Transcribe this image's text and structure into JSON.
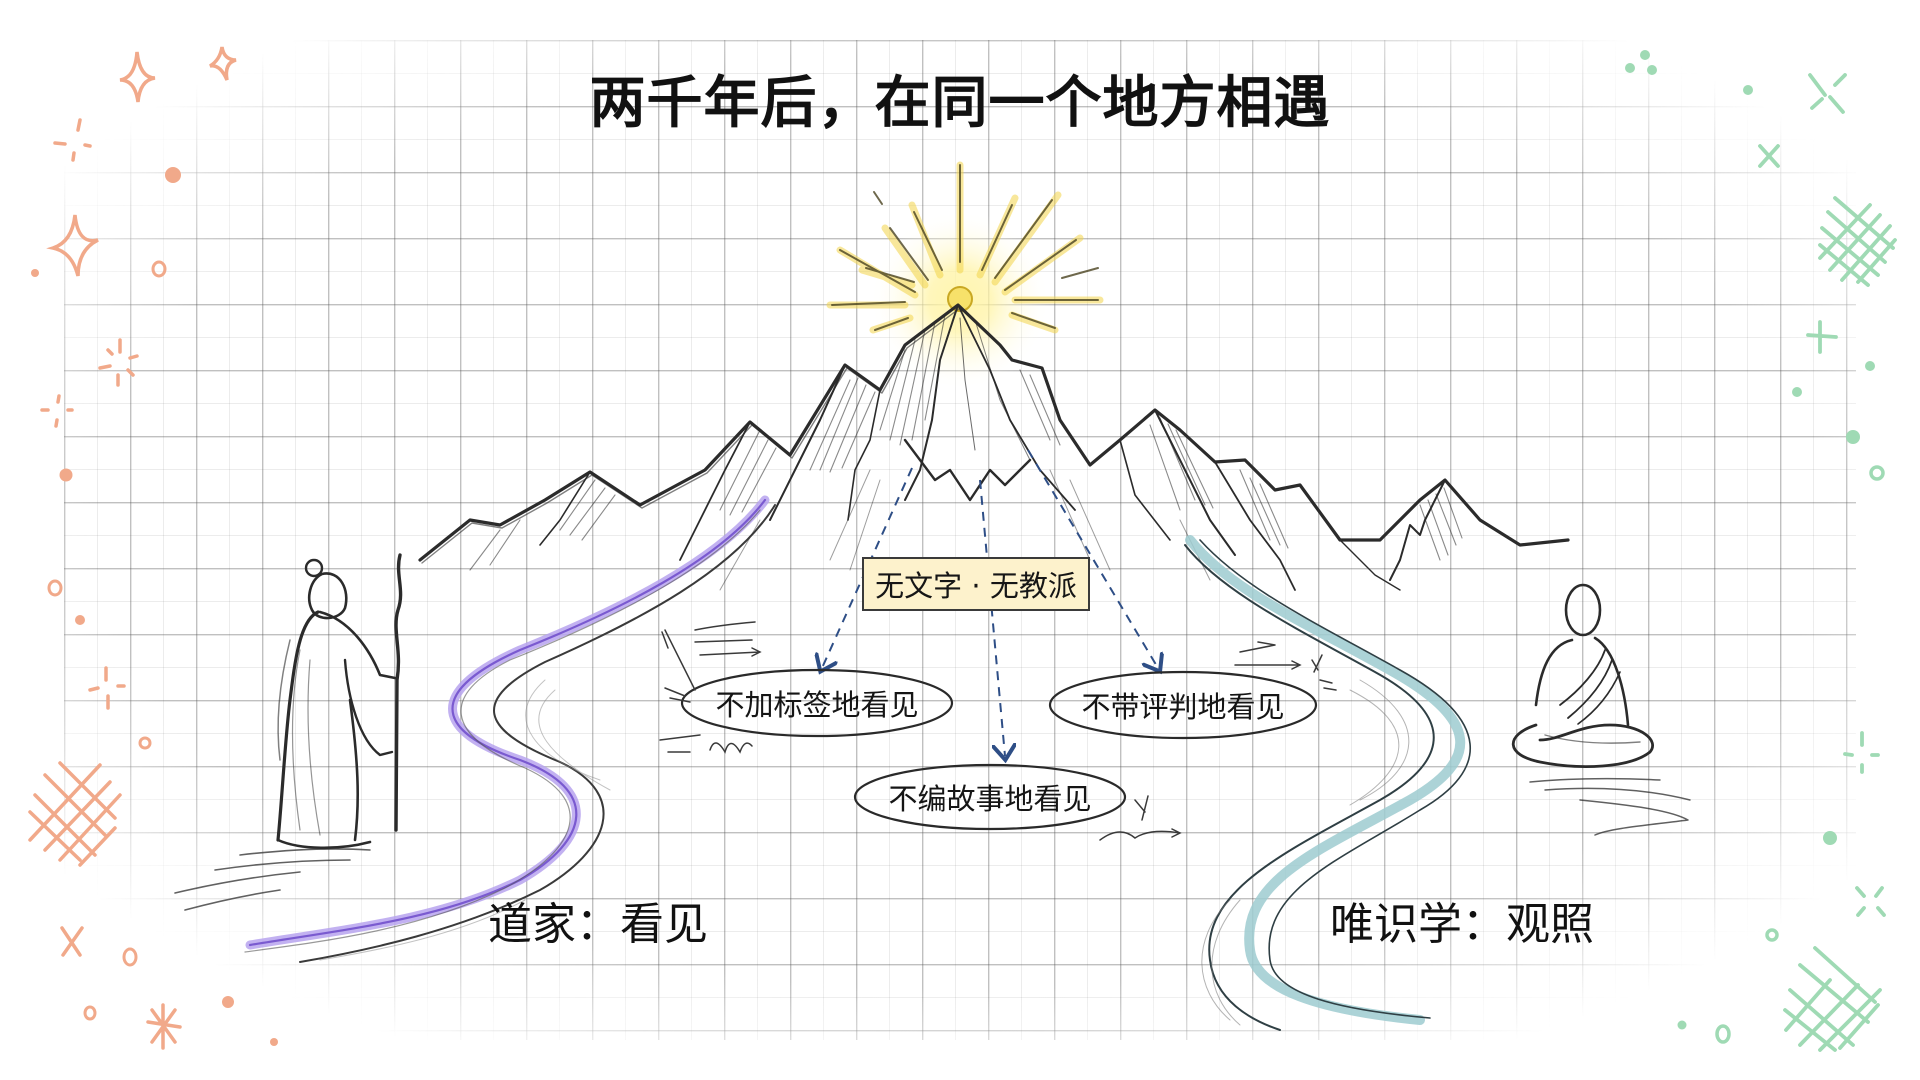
{
  "title": "两千年后，在同一个地方相遇",
  "summit": {
    "label": "无文字 · 无教派",
    "sun_color": "#f3d54a",
    "box_fill": "#fdf2cc"
  },
  "insights": [
    {
      "label": "不加标签地看见"
    },
    {
      "label": "不带评判地看见"
    },
    {
      "label": "不编故事地看见"
    }
  ],
  "paths": {
    "daoism": {
      "label": "道家：看见",
      "figure": "standing-sage-with-staff",
      "color": "#9b7be6"
    },
    "yogacara": {
      "label": "唯识学：观照",
      "figure": "seated-meditating-monk",
      "color": "#8cc3c7"
    }
  },
  "colors": {
    "left_decor": "#f1a98a",
    "right_decor": "#9fdab4",
    "arrow": "#2e4e86",
    "ink": "#2a2a2a"
  }
}
